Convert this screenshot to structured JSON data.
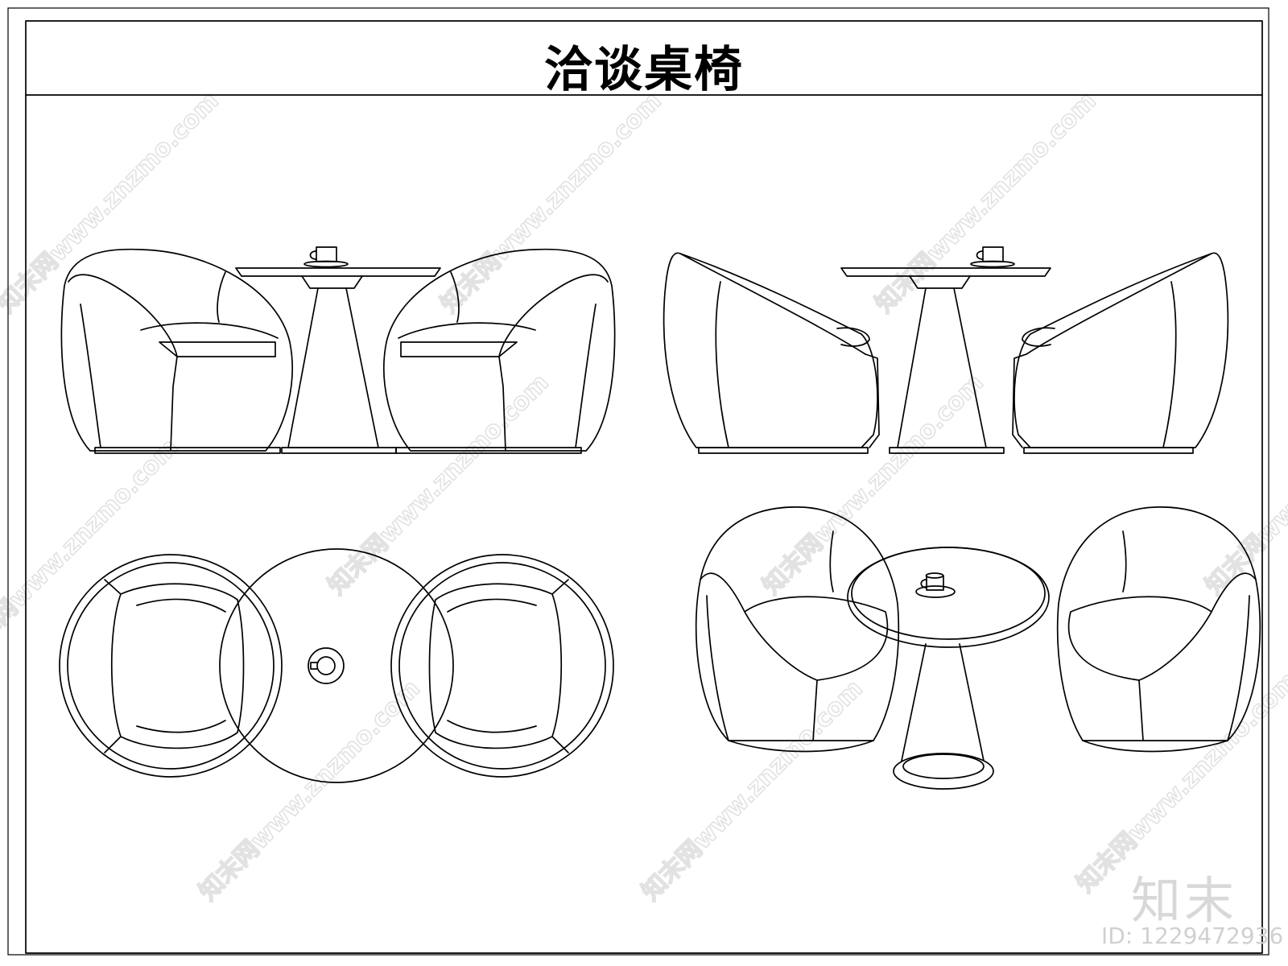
{
  "title": "洽谈桌椅",
  "watermark": {
    "text": "知末网www.znzmo.com",
    "color": "#e2e2e2"
  },
  "logo": "知末",
  "image_id": "ID: 1229472936",
  "colors": {
    "line": "#000000",
    "background": "#ffffff",
    "watermark": "#e2e2e2"
  }
}
